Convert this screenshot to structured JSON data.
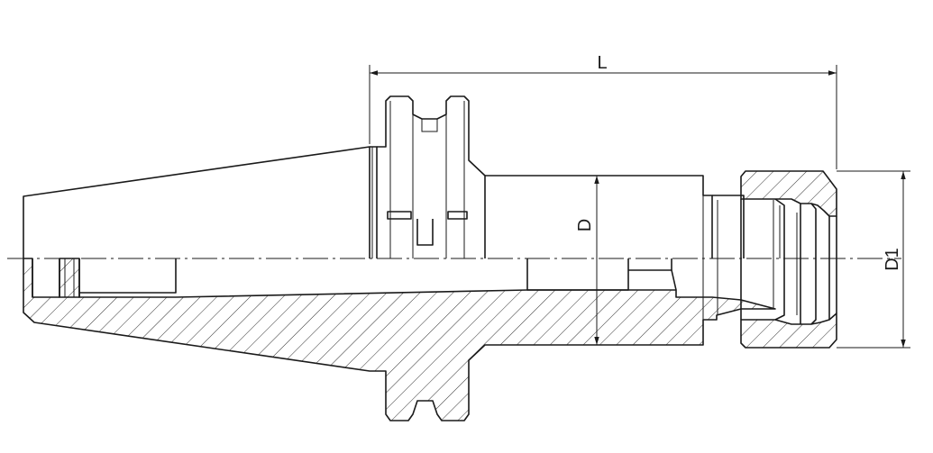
{
  "dimensions": {
    "length_label": "L",
    "diameter_label": "D",
    "nut_diameter_label": "D1"
  },
  "colors": {
    "line": "#1a1a1a",
    "background": "#ffffff"
  }
}
